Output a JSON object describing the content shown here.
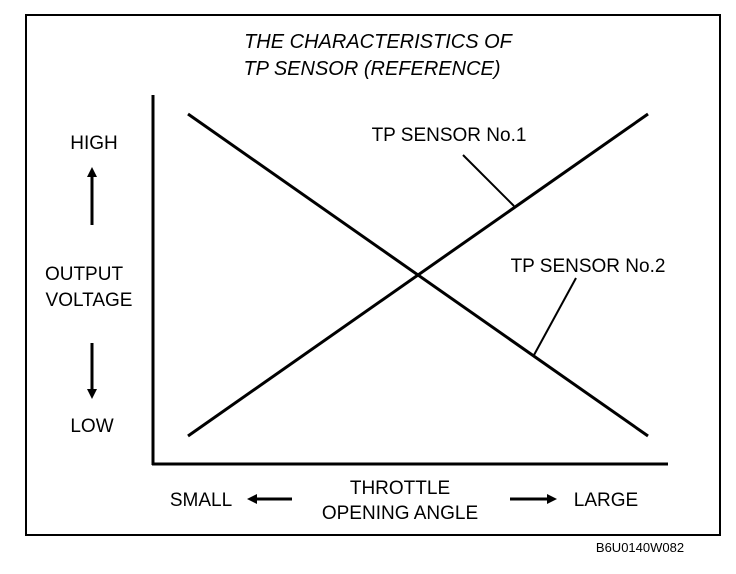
{
  "chart_data": {
    "type": "line",
    "title_lines": [
      "THE CHARACTERISTICS OF",
      "TP SENSOR (REFERENCE)"
    ],
    "y_axis": {
      "high_label": "HIGH",
      "low_label": "LOW",
      "label_lines": [
        "OUTPUT",
        "VOLTAGE"
      ]
    },
    "x_axis": {
      "small_label": "SMALL",
      "large_label": "LARGE",
      "label_lines": [
        "THROTTLE",
        "OPENING ANGLE"
      ]
    },
    "x": [
      "SMALL",
      "LARGE"
    ],
    "series": [
      {
        "name": "TP SENSOR No.1",
        "values": [
          "LOW",
          "HIGH"
        ]
      },
      {
        "name": "TP SENSOR No.2",
        "values": [
          "HIGH",
          "LOW"
        ]
      }
    ],
    "grid": false
  },
  "figure_code": "B6U0140W082",
  "colors": {
    "ink": "#000000",
    "background": "#ffffff"
  }
}
